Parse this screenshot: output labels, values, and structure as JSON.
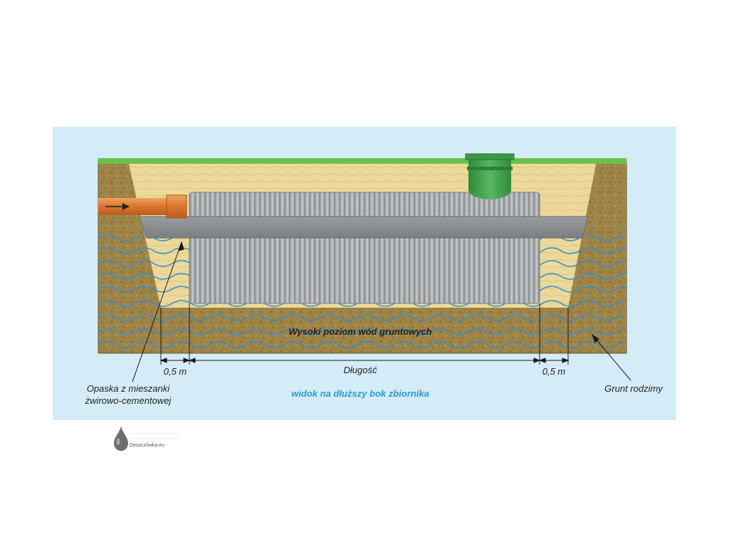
{
  "diagram": {
    "groundwater_label": "Wysoki poziom wód gruntowych",
    "length_label": "Długość",
    "left_margin_label": "0,5 m",
    "right_margin_label": "0,5 m",
    "band_label_line1": "Opaska z mieszanki",
    "band_label_line2": "żwirowo-cementowej",
    "native_soil_label": "Grunt rodzimy",
    "caption": "widok na dłuższy bok zbiornika"
  },
  "logo": {
    "text": "Deszczówka.eu"
  },
  "colors": {
    "sky_panel": "#d4ecf8",
    "grass": "#6bc24a",
    "native_soil": "#9e8447",
    "sand_fill": "#ecd99a",
    "concrete_band": "#8c8f91",
    "tank": "#a9acae",
    "pipe": "#e0863a",
    "manhole": "#3fa34a",
    "water_waves": "#2f8fd6",
    "caption_blue": "#2a9bd6"
  }
}
